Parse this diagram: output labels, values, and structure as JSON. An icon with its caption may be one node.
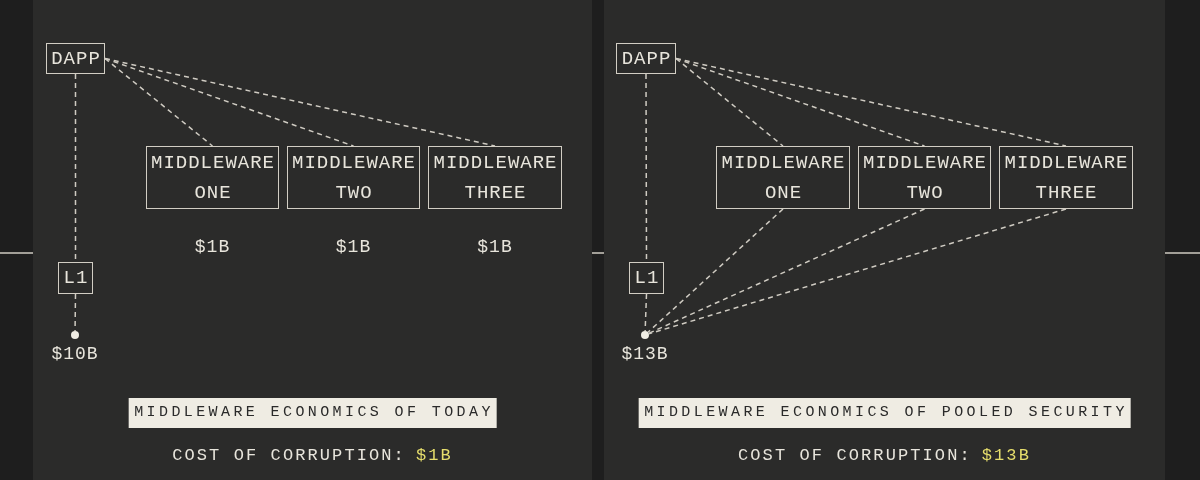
{
  "diagram": {
    "nodes": [
      {
        "text": [
          "COST OF CORRUPTION:",
          "$1B"
        ]
      },
      {
        "text": [
          "DAPP"
        ],
        "in": 0
      },
      {
        "text": [
          "MIDDLEWARE ONE"
        ],
        "in": 0,
        "beside": [
          "$1B"
        ]
      },
      {
        "text": [
          "MIDDLEWARE TWO"
        ],
        "in": 0,
        "beside": [
          "$1B"
        ]
      },
      {
        "text": [
          "MIDDLEWARE THREE"
        ],
        "in": 0,
        "beside": [
          "$1B"
        ]
      },
      {
        "text": [
          "L1"
        ],
        "in": 0
      },
      {
        "text": [
          "$10B"
        ],
        "in": 0
      },
      {
        "text": [
          "MIDDLEWARE ECONOMICS OF TODAY"
        ],
        "in": 0
      },
      {
        "text": [
          "COST OF CORRUPTION:",
          "$13B"
        ]
      },
      {
        "text": [
          "DAPP"
        ],
        "in": 8
      },
      {
        "text": [
          "MIDDLEWARE ONE"
        ],
        "in": 8
      },
      {
        "text": [
          "MIDDLEWARE TWO"
        ],
        "in": 8
      },
      {
        "text": [
          "MIDDLEWARE THREE"
        ],
        "in": 8
      },
      {
        "text": [
          "L1"
        ],
        "in": 8
      },
      {
        "text": [
          "$13B"
        ],
        "in": 8
      },
      {
        "text": [
          "MIDDLEWARE ECONOMICS OF POOLED SECURITY"
        ],
        "in": 8
      }
    ],
    "edges": [
      {
        "from": 1,
        "to": 2,
        "arrow": "none",
        "style": "dashed"
      },
      {
        "from": 1,
        "to": 3,
        "arrow": "none",
        "style": "dashed"
      },
      {
        "from": 1,
        "to": 4,
        "arrow": "none",
        "style": "dashed"
      },
      {
        "from": 1,
        "to": 5,
        "arrow": "none",
        "style": "dashed"
      },
      {
        "from": 5,
        "to": 6,
        "arrow": "none",
        "style": "dashed"
      },
      {
        "from": 9,
        "to": 10,
        "arrow": "none",
        "style": "dashed"
      },
      {
        "from": 9,
        "to": 11,
        "arrow": "none",
        "style": "dashed"
      },
      {
        "from": 9,
        "to": 12,
        "arrow": "none",
        "style": "dashed"
      },
      {
        "from": 9,
        "to": 13,
        "arrow": "none",
        "style": "dashed"
      },
      {
        "from": 13,
        "to": 14,
        "arrow": "none",
        "style": "dashed"
      },
      {
        "from": 10,
        "to": 14,
        "arrow": "none",
        "style": "dashed"
      },
      {
        "from": 11,
        "to": 14,
        "arrow": "none",
        "style": "dashed"
      },
      {
        "from": 12,
        "to": 14,
        "arrow": "none",
        "style": "dashed"
      }
    ]
  }
}
